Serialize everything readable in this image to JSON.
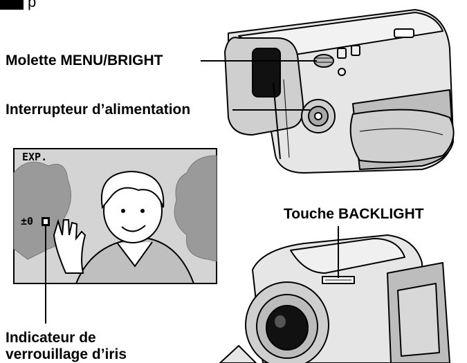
{
  "header": {
    "fragment_letter": "p"
  },
  "callouts": {
    "menu_bright": "Molette MENU/BRIGHT",
    "power_switch": "Interrupteur d’alimentation",
    "backlight": "Touche BACKLIGHT",
    "iris_lock_line1": "Indicateur de",
    "iris_lock_line2": "verrouillage d’iris"
  },
  "lcd_screen": {
    "mode": "EXP.",
    "exposure_value": "±0"
  },
  "colors": {
    "ink": "#000000",
    "screen_background": "#d4d4d4",
    "foliage": "#9a9a9a",
    "camera_body": "#c8c8c8"
  },
  "icons": [
    "iris-lock-icon",
    "camcorder-rear-illustration",
    "camcorder-front-illustration"
  ]
}
